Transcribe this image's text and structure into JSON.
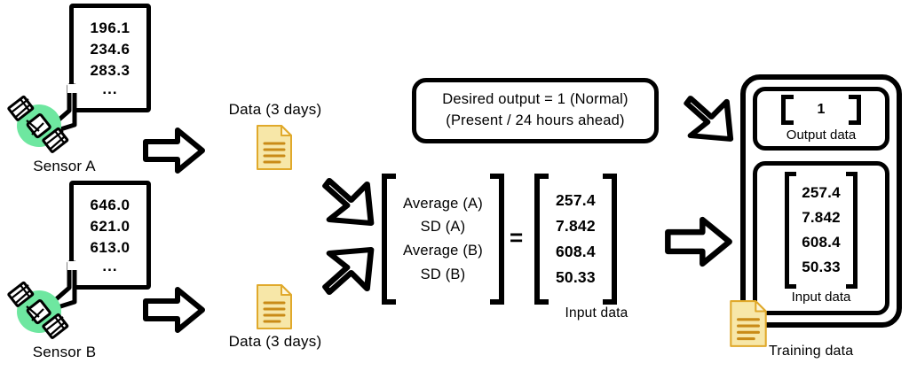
{
  "diagram": {
    "title": "Sensor data to neural-network training data flow",
    "colors": {
      "stroke": "#000000",
      "doc_body": "#f7e7a8",
      "doc_edge": "#e0a92b",
      "doc_line": "#c98b17",
      "satellite_glow": "#6ee7a0",
      "background": "#ffffff"
    }
  },
  "sensor_a": {
    "icon": "satellite-icon",
    "label": "Sensor A",
    "readings": [
      "196.1",
      "234.6",
      "283.3"
    ],
    "ellipsis": "..."
  },
  "sensor_b": {
    "icon": "satellite-icon",
    "label": "Sensor B",
    "readings": [
      "646.0",
      "621.0",
      "613.0"
    ],
    "ellipsis": "..."
  },
  "data_a": {
    "icon": "document-icon",
    "label": "Data (3 days)"
  },
  "data_b": {
    "icon": "document-icon",
    "label": "Data (3 days)"
  },
  "feature_matrix": {
    "rows": [
      "Average (A)",
      "SD (A)",
      "Average (B)",
      "SD (B)"
    ]
  },
  "equals_sign": "=",
  "input_vector": {
    "values": [
      "257.4",
      "7.842",
      "608.4",
      "50.33"
    ],
    "label": "Input data"
  },
  "desired_output": {
    "line1": "Desired output = 1 (Normal)",
    "line2": "(Present / 24 hours ahead)"
  },
  "training_data": {
    "output_block": {
      "value": "1",
      "label": "Output data"
    },
    "input_block": {
      "values": [
        "257.4",
        "7.842",
        "608.4",
        "50.33"
      ],
      "label": "Input data"
    },
    "icon": "document-icon",
    "label": "Training data"
  },
  "arrows": {
    "a_to_doc": "arrow-right-icon",
    "b_to_doc": "arrow-right-icon",
    "doc_a_to_matrix": "arrow-down-right-icon",
    "doc_b_to_matrix": "arrow-up-right-icon",
    "vector_to_training": "arrow-right-icon",
    "desired_to_output": "arrow-down-right-icon"
  }
}
